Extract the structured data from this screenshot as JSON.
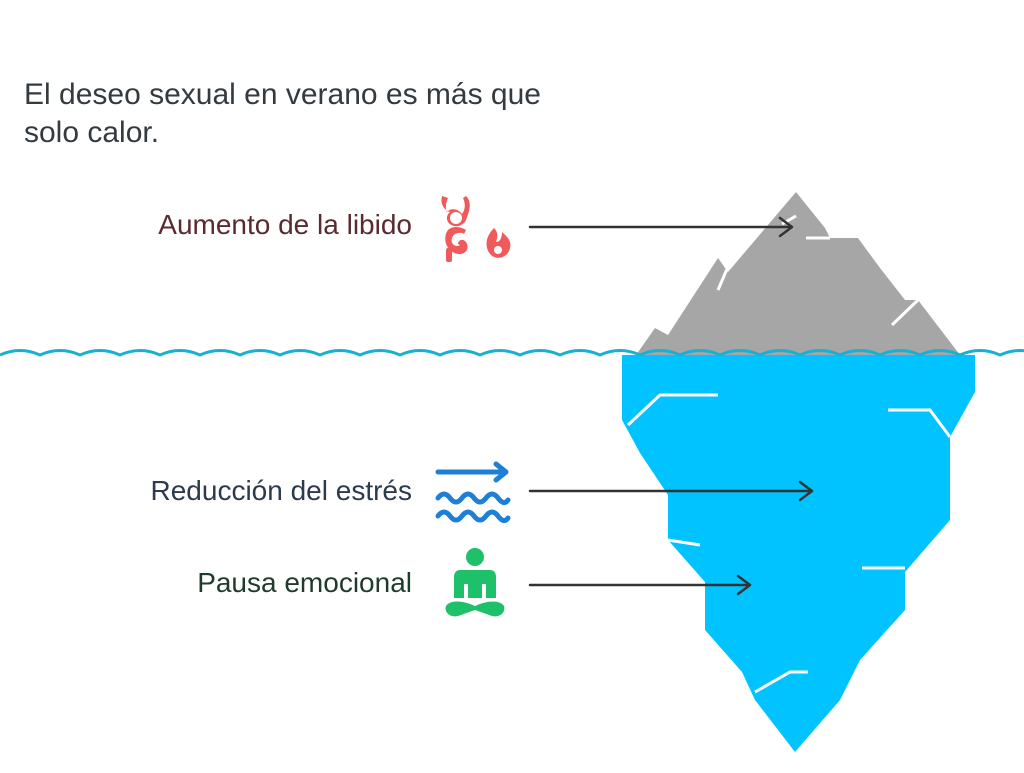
{
  "title": "El deseo sexual en verano es más que solo calor.",
  "items": [
    {
      "label": "Aumento de la libido",
      "color": "#5a2a30",
      "icon": "libido-flame-icon",
      "icon_color": "#f05a5a"
    },
    {
      "label": "Reducción del estrés",
      "color": "#2b3a4d",
      "icon": "waves-arrow-icon",
      "icon_color": "#1e7fd6"
    },
    {
      "label": "Pausa emocional",
      "color": "#1f3b2b",
      "icon": "meditation-icon",
      "icon_color": "#1ec06a"
    }
  ],
  "colors": {
    "iceberg_above": "#a6a6a6",
    "iceberg_below": "#00c3ff",
    "water_line": "#1ab0d6",
    "arrow": "#333333"
  }
}
